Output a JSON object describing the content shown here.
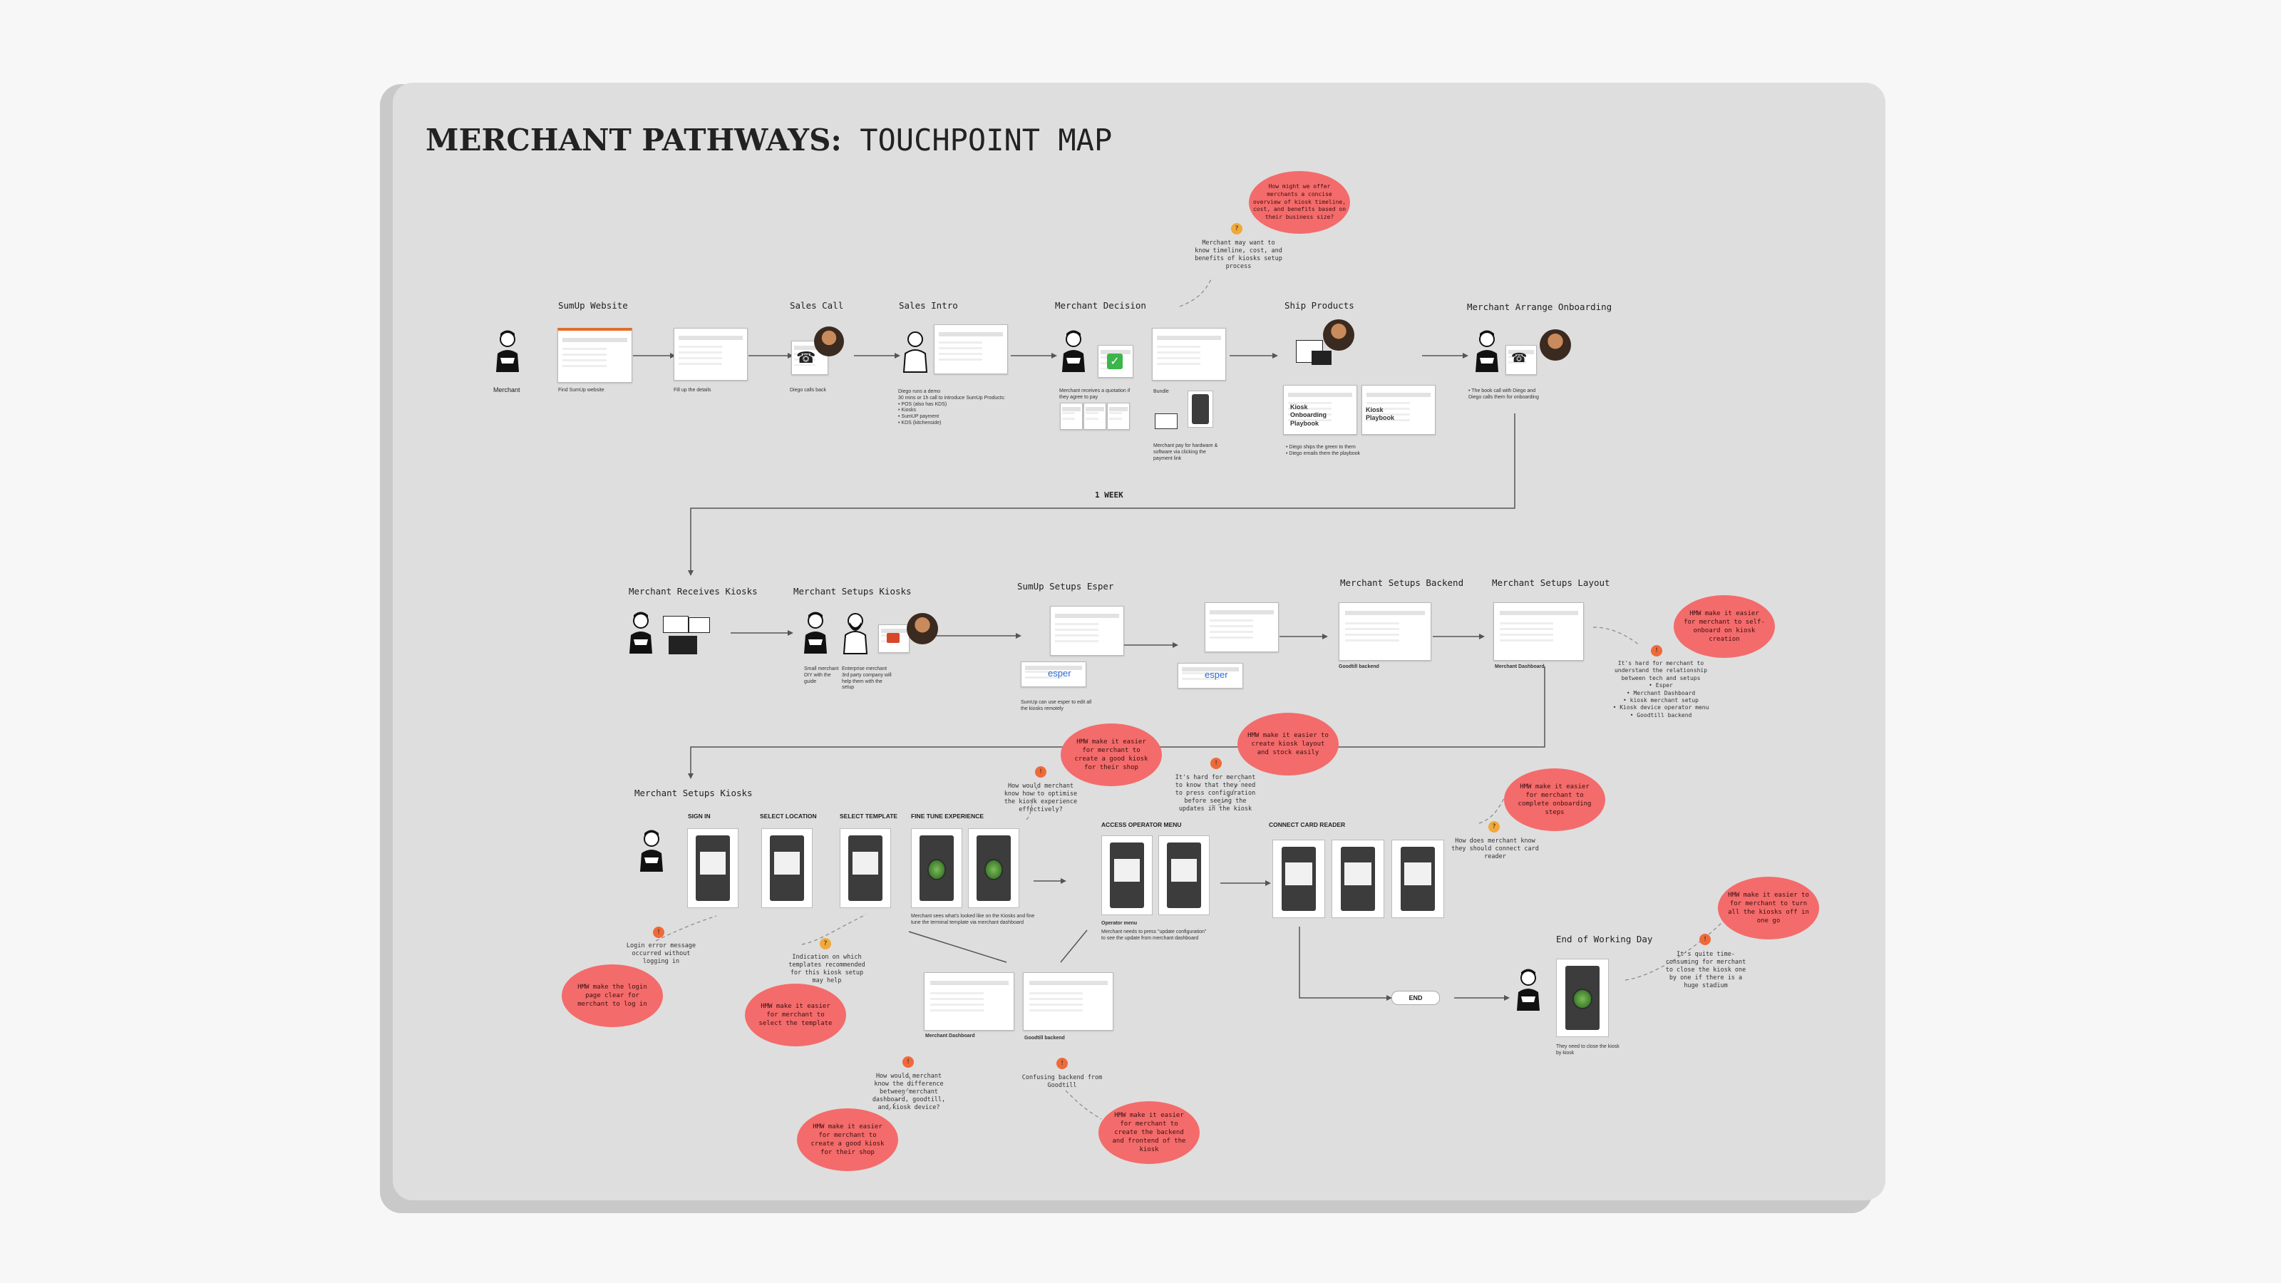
{
  "title": {
    "bold": "MERCHANT PATHWAYS:",
    "light": "TOUCHPOINT MAP"
  },
  "week_label": "1 WEEK",
  "end_label": "END",
  "stages": {
    "website": "SumUp Website",
    "sales_call": "Sales Call",
    "sales_intro": "Sales Intro",
    "decision": "Merchant Decision",
    "ship": "Ship Products",
    "arrange": "Merchant Arrange Onboarding",
    "receives": "Merchant Receives Kiosks",
    "setups_kiosks": "Merchant Setups Kiosks",
    "esper": "SumUp Setups Esper",
    "backend": "Merchant Setups Backend",
    "layout": "Merchant Setups Layout",
    "setups_kiosks2": "Merchant Setups Kiosks",
    "end_day": "End of Working Day"
  },
  "step_headers": {
    "sign_in": "SIGN IN",
    "select_location": "SELECT LOCATION",
    "select_template": "SELECT TEMPLATE",
    "fine_tune": "FINE TUNE EXPERIENCE",
    "operator_menu": "ACCESS OPERATOR MENU",
    "card_reader": "CONNECT CARD READER"
  },
  "captions": {
    "merchant": "Merchant",
    "find_site": "Find SumUp website",
    "fill_details": "Fill up the details",
    "diego_calls": "Diego calls back",
    "intro_notes": "Diego runs a demo\n30 mins or 1h call to introduce SumUp Products:\n• POS (also has KDS)\n• Kiosks\n• SumUP payment\n• KDS (kitchenside)",
    "quotation": "Merchant receives a quotation if\nthey agree to pay",
    "bundle": "Bundle",
    "pay_hw": "Merchant pay for hardware &\nsoftware via clicking the\npayment link",
    "ship_notes": "• Diego ships the green to them\n• Diego emails them the playbook",
    "arrange_notes": "• The book call with Diego and\nDiego calls them for onboarding",
    "small_merchant": "Small merchant\nDIY with the\nguide",
    "enterprise": "Enterprise merchant\n3rd party company will\nhelp them with the\nsetup",
    "esper_note": "SumUp can use esper to edit all\nthe kiosks remotely",
    "goodtill_backend": "Goodtill backend",
    "merchant_dashboard": "Merchant Dashboard",
    "fine_tune_note": "Merchant sees what's looked like on the Kiosks and fine\ntune the terminal template via merchant dashboard",
    "operator_menu": "Operator menu",
    "operator_note": "Merchant needs to press \"update configuration\"\nto see the update from merchant dashboard",
    "merchant_dashboard2": "Merchant Dashboard",
    "goodtill_backend2": "Goodtill backend",
    "close_kiosk": "They need to close the kiosk\nby kiosk",
    "playbook1": "Kiosk\nOnboarding\nPlaybook",
    "playbook2": "Kiosk\nPlaybook",
    "esper_logo": "esper"
  },
  "notes": {
    "timeline": "Merchant may want to\nknow timeline, cost, and\nbenefits of kiosks setup\nprocess",
    "relationship": "It's hard for merchant to\nunderstand the relationship\nbetween tech and setups\n• Esper\n• Merchant Dashboard\n• kiosk merchant setup\n• Kiosk device operator menu\n• Goodtill backend",
    "optimise": "How would merchant\nknow how to optimise\nthe kiosk experience\neffectively?",
    "press_config": "It's hard for merchant\nto know that they need\nto press configuration\nbefore seeing the\nupdates in the kiosk",
    "card_reader": "How does merchant know\nthey should connect card\nreader",
    "login_error": "Login error message\noccurred without\nlogging in",
    "indication": "Indication on which\ntemplates recommended\nfor this kiosk setup\nmay help",
    "difference": "How would merchant\nknow the difference\nbetween merchant\ndashboard, goodtill,\nand kiosk device?",
    "confusing": "Confusing backend from\nGoodtill",
    "close_kiosks": "It's quite time-\nconsuming for merchant\nto close the kiosk one\nby one if there is a\nhuge stadium"
  },
  "bubbles": {
    "hmw_timeline": "How might we offer\nmerchants a concise\noverview of kiosk timeline,\ncost, and benefits based on\ntheir business size?",
    "hmw_self_onboard": "HMW make it easier\nfor merchant to self-\nonboard on kiosk\ncreation",
    "hmw_good_kiosk": "HMW make it easier\nfor merchant to\ncreate a good kiosk\nfor their shop",
    "hmw_layout": "HMW make it easier to\ncreate kiosk layout\nand stock easily",
    "hmw_onboarding": "HMW make it easier\nfor merchant to\ncomplete onboarding\nsteps",
    "hmw_turn_off": "HMW make it easier to\nfor merchant to turn\nall the kiosks off in\none go",
    "hmw_login": "HMW make the login\npage clear for\nmerchant to log in",
    "hmw_template": "HMW make it easier\nfor merchant to\nselect the template",
    "hmw_good_kiosk2": "HMW make it easier\nfor merchant to\ncreate a good kiosk\nfor their shop",
    "hmw_backend": "HMW make it easier\nfor merchant to\ncreate the backend\nand frontend of the\nkiosk"
  },
  "icons": [
    "person-icon",
    "phone-icon",
    "check-icon",
    "emoji-icon",
    "avatar-icon",
    "esper-logo"
  ],
  "colors": {
    "board": "#dedede",
    "bubble": "#f46b6b",
    "check": "#3cb54a",
    "background": "#f7f7f7"
  }
}
